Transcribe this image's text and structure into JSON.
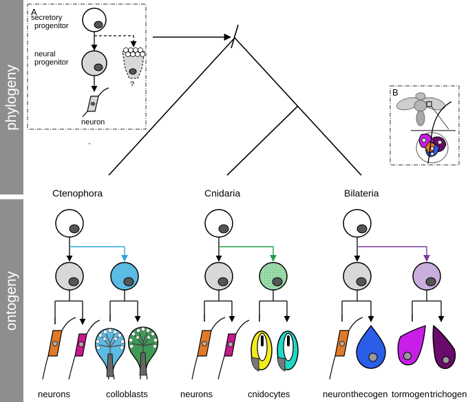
{
  "side_labels": {
    "phylogeny": "phylogeny",
    "ontogeny": "ontogeny"
  },
  "panel_a": {
    "letter": "A",
    "secretory_line1": "secretory",
    "secretory_line2": "progenitor",
    "neural_line1": "neural",
    "neural_line2": "progenitor",
    "question": "?",
    "neuron": "neuron"
  },
  "panel_b": {
    "letter": "B"
  },
  "clades": {
    "ctenophora": "Ctenophora",
    "cnidaria": "Cnidaria",
    "bilateria": "Bilateria"
  },
  "cell_labels": {
    "cteno_neurons": "neurons",
    "colloblasts": "colloblasts",
    "cnid_neurons": "neurons",
    "cnidocytes": "cnidocytes",
    "bil_neuron": "neuron",
    "thecogen": "thecogen",
    "tormogen": "tormogen",
    "trichogen": "trichogen"
  },
  "colors": {
    "side_bar": "#8e8e8e",
    "cell_grey": "#d8d8d8",
    "nucleus": "#555555",
    "neuron_orange": "#e07a28",
    "neuron_magenta": "#c8188c",
    "ctenophora_branch": "#29a8e0",
    "colloblast_blue": "#5bbbe3",
    "colloblast_green": "#3f9a56",
    "cnidaria_branch": "#1f9e47",
    "cnid_progenitor": "#9fdcad",
    "cnidocyte_yellow": "#f2ec1c",
    "cnidocyte_cyan": "#1fd9c6",
    "bilateria_branch": "#7a3a9c",
    "bil_progenitor": "#c9addb",
    "thecogen_blue": "#2a5de8",
    "tormogen_magenta": "#c81ee8",
    "trichogen_purple": "#6a0a6a"
  }
}
